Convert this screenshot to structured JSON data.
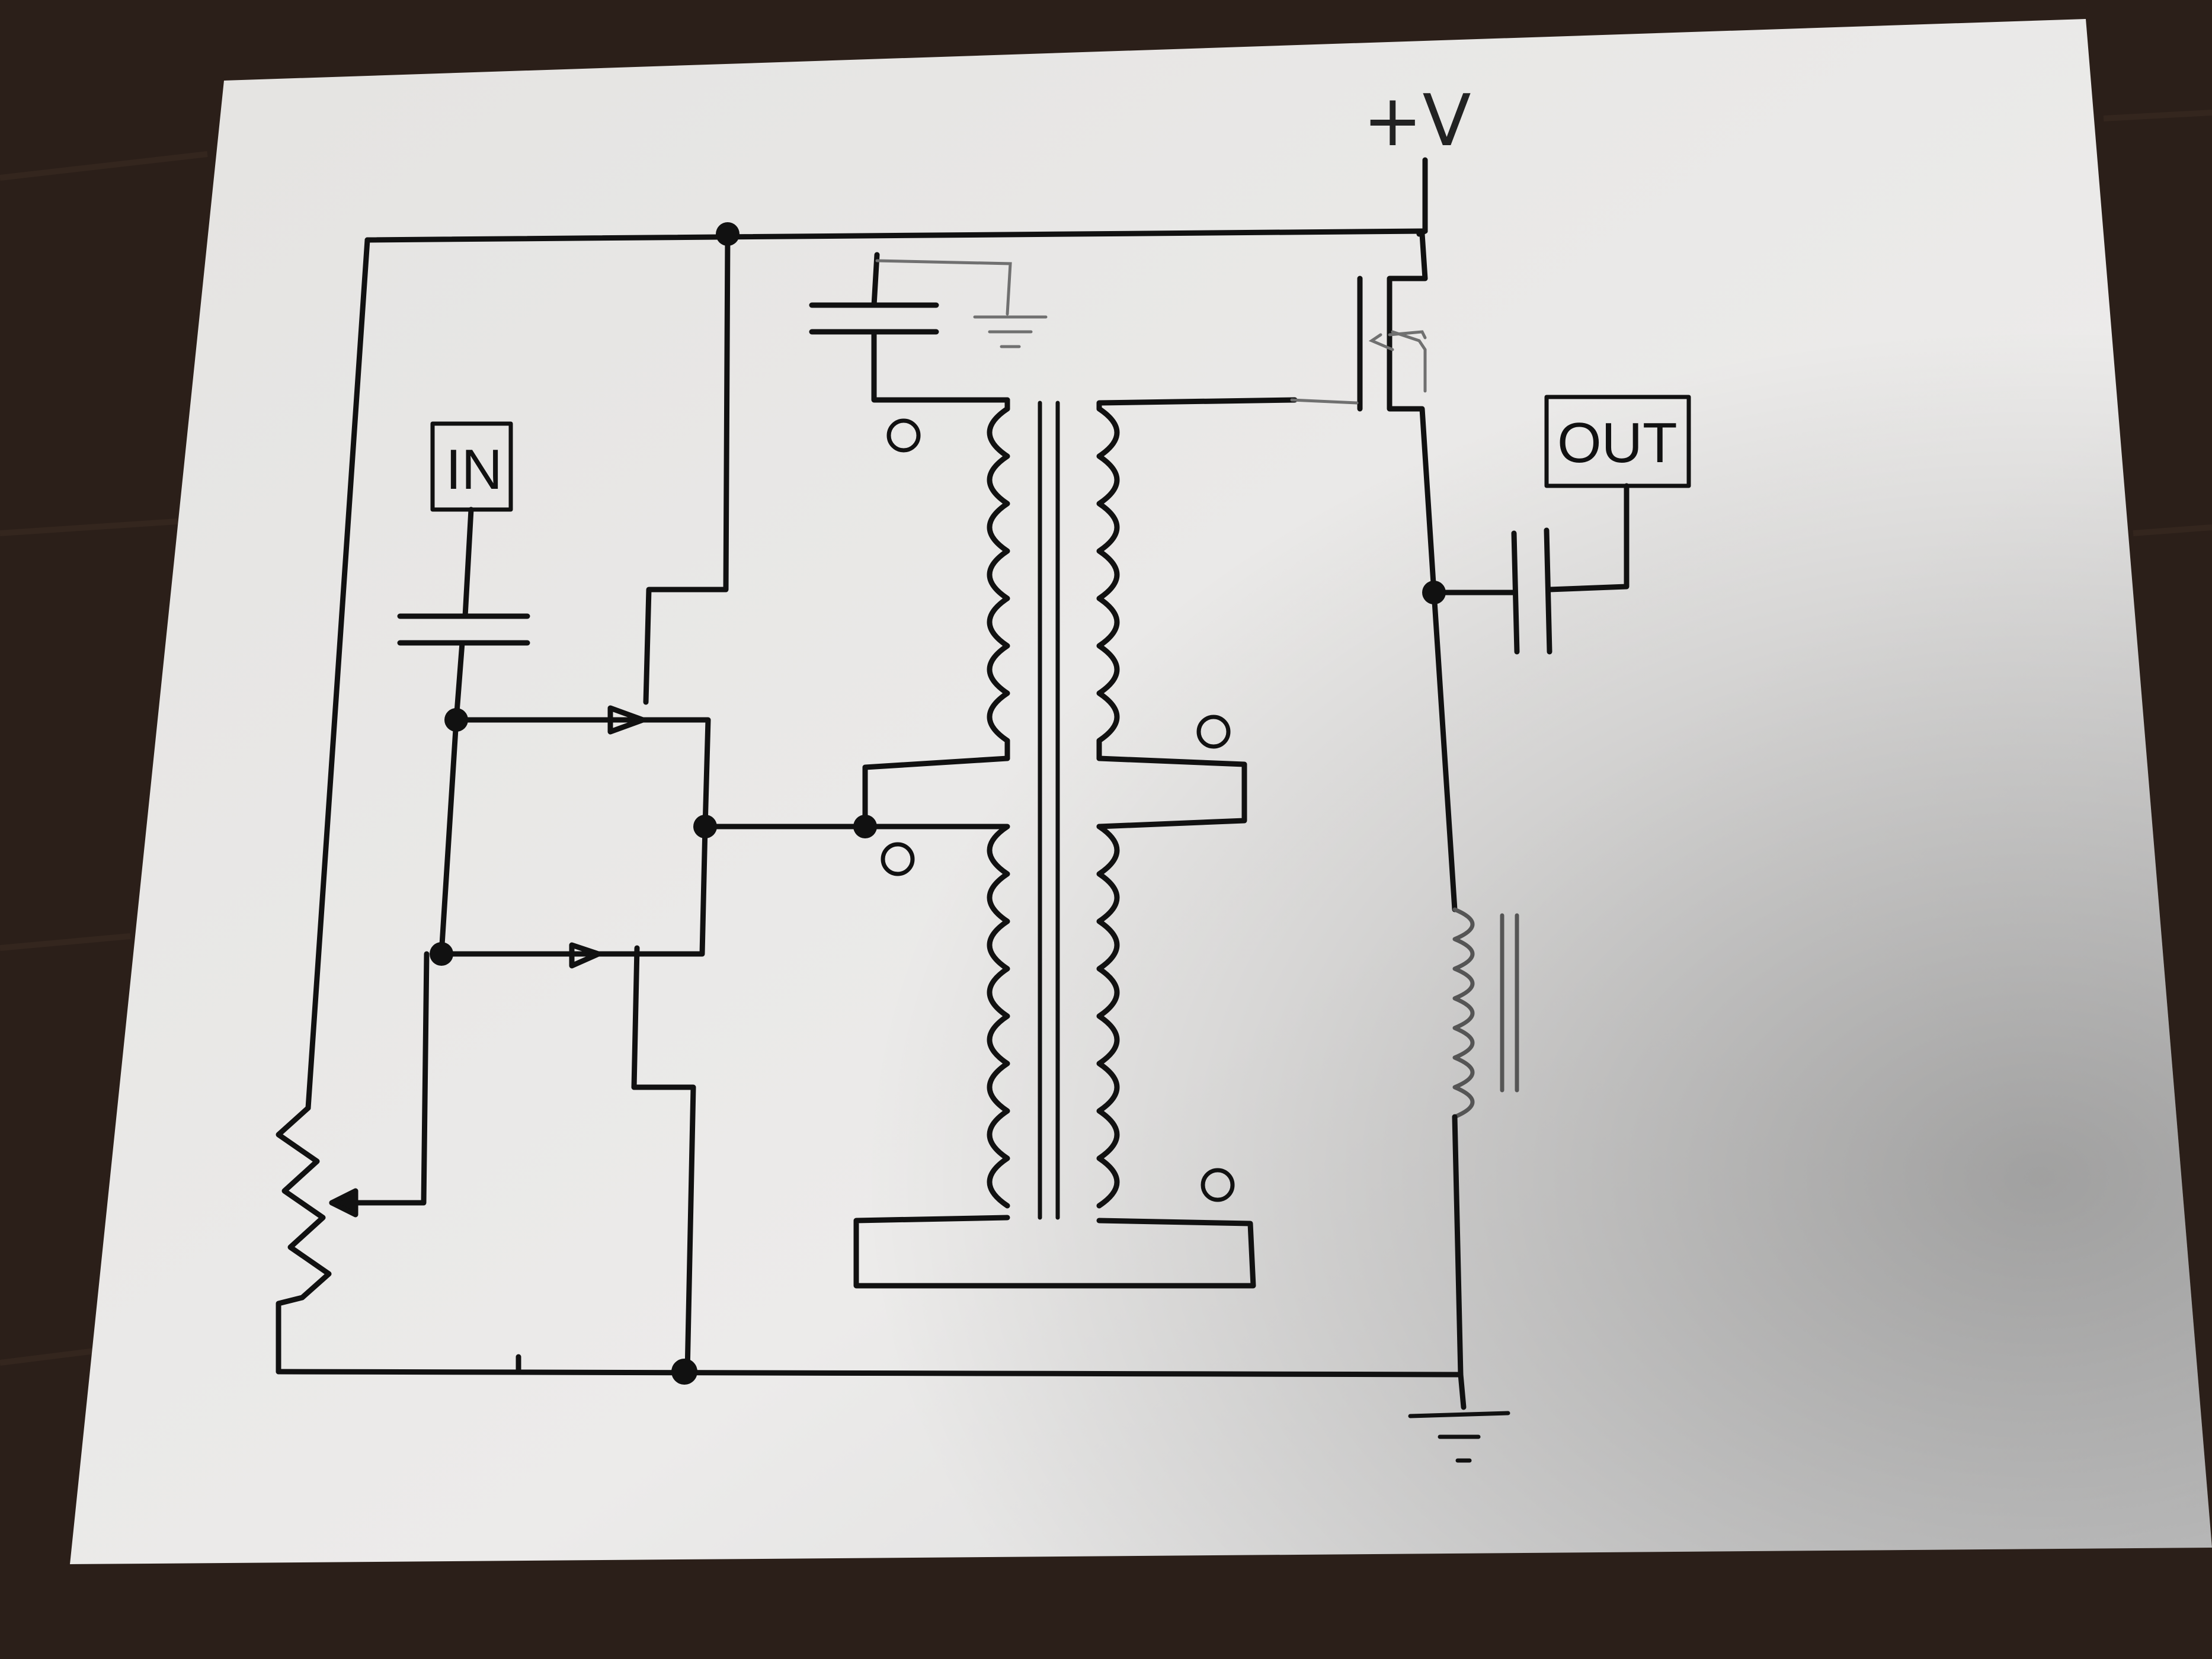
{
  "colors": {
    "desk": "#2b1f19",
    "desk_grain": "#3a2b22",
    "paper": "#e9e8e6",
    "paper_shadow_region": "#cfcfcf",
    "ink": "#111111",
    "pencil": "#7a7a7a"
  },
  "labels": {
    "in": "IN",
    "out": "OUT",
    "supply": "+V"
  },
  "icons": {
    "ground": "ground-symbol",
    "capacitor": "capacitor-symbol",
    "transformer": "transformer-symbol",
    "potentiometer": "potentiometer-symbol",
    "inductor": "inductor-symbol",
    "mosfet": "mosfet-symbol"
  }
}
